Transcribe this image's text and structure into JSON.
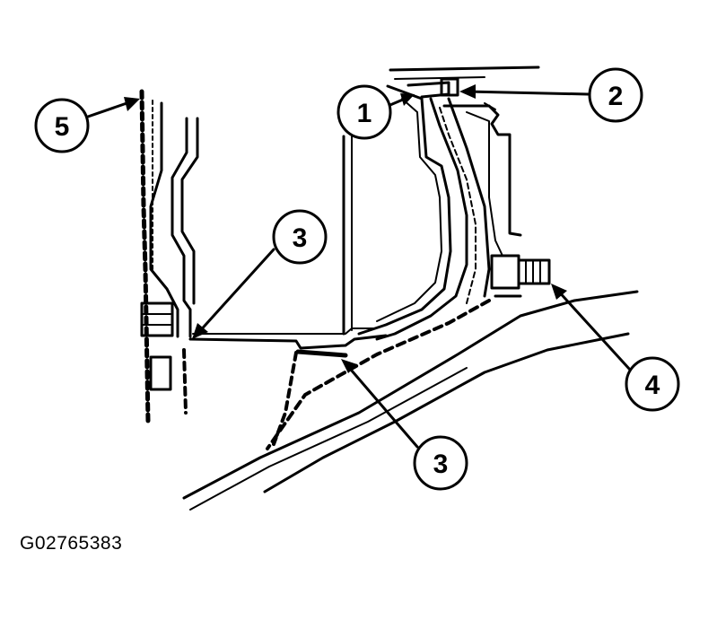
{
  "callouts": [
    {
      "id": "1",
      "label": "1"
    },
    {
      "id": "2",
      "label": "2"
    },
    {
      "id": "3a",
      "label": "3"
    },
    {
      "id": "3b",
      "label": "3"
    },
    {
      "id": "4",
      "label": "4"
    },
    {
      "id": "5",
      "label": "5"
    }
  ],
  "figure_code": "G02765383",
  "colors": {
    "line": "#000000",
    "background": "#ffffff"
  }
}
